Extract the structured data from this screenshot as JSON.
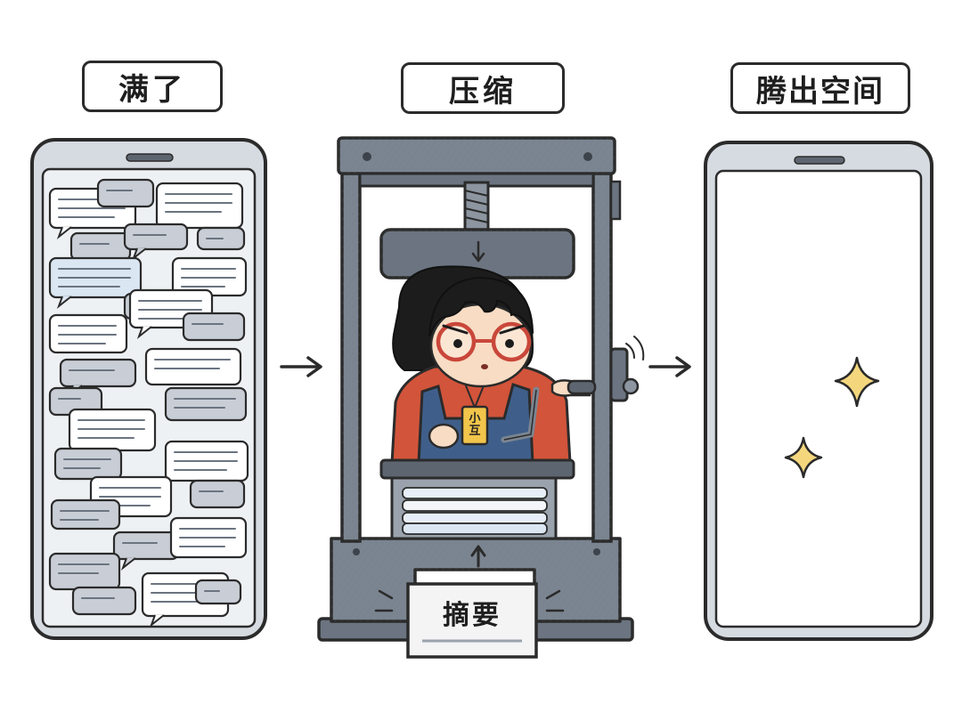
{
  "panels": [
    {
      "id": "full",
      "title": "满了"
    },
    {
      "id": "compress",
      "title": "压缩"
    },
    {
      "id": "freed",
      "title": "腾出空间"
    }
  ],
  "summary_block": {
    "label": "摘要"
  },
  "name_badge": {
    "label": "小互"
  },
  "colors": {
    "outline": "#2b2b2b",
    "phone_body": "#d6dbe1",
    "bubble_gray": "#c9ced6",
    "bubble_blue": "#dbe6f3",
    "press_metal": "#7b8591",
    "press_dark": "#5d6670",
    "sweater": "#d2543a",
    "overalls": "#3f5f8a",
    "badge": "#f2c54b",
    "sparkle": "#f4d77d"
  },
  "icons": [
    "arrow-right-icon",
    "arrow-down-icon",
    "arrow-up-icon",
    "sparkle-icon",
    "crank-handle-icon"
  ]
}
